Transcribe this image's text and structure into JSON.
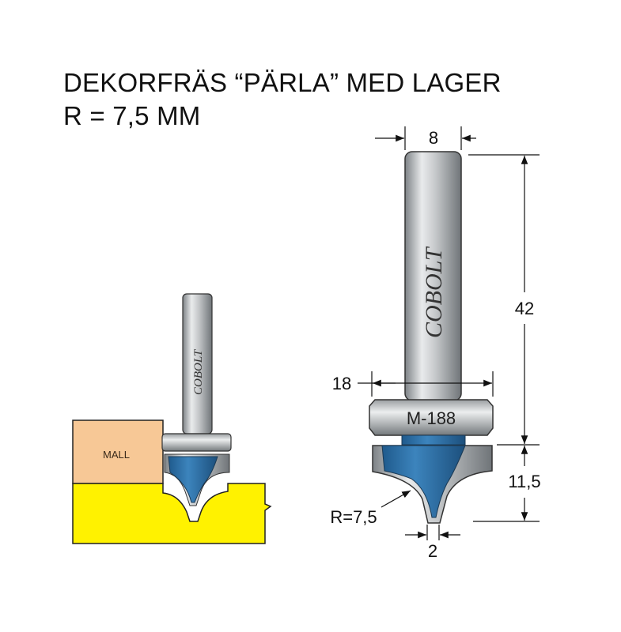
{
  "title": {
    "line1": "DEKORFRÄS “PÄRLA” MED LAGER",
    "line2": "R = 7,5 MM"
  },
  "usage_illustration": {
    "template_label": "MALL",
    "brand": "COBOLT"
  },
  "bit_drawing": {
    "brand": "COBOLT",
    "bearing_code": "M-188",
    "dimensions": {
      "shank_diameter": "8",
      "shank_length": "42",
      "bearing_diameter": "18",
      "cutting_height": "11,5",
      "radius": "R=7,5",
      "tip_width": "2"
    }
  },
  "colors": {
    "cutter_blue": "#2a6aa0",
    "steel": "#c8cacc",
    "template": "#f7c896",
    "workpiece": "#fff200"
  }
}
